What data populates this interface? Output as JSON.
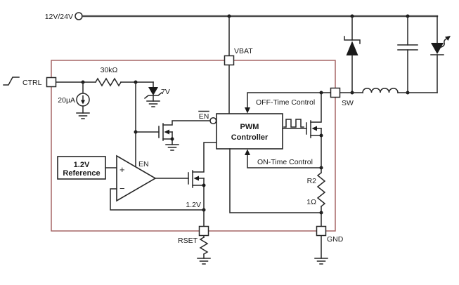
{
  "diagram": {
    "kind": "pwm-led-driver-schematic",
    "supply": {
      "label": "12V/24V"
    },
    "terminals": {
      "ctrl": "CTRL",
      "vbat": "VBAT",
      "sw": "SW",
      "rset": "RSET",
      "gnd": "GND"
    },
    "components": {
      "r1_value": "30kΩ",
      "current_source_value": "20µA",
      "zener_value": "7V",
      "reference_value": "1.2V",
      "reference_name": "Reference",
      "pwm_title": "PWM",
      "pwm_subtitle": "Controller",
      "r2_name": "R2",
      "r2_value": "1Ω"
    },
    "signals": {
      "off_time": "OFF-Time Control",
      "on_time": "ON-Time Control",
      "enable": "EN",
      "enable_bar": "EN",
      "feedback_node": "1.2V"
    },
    "comparator": {
      "plus": "+",
      "minus": "−"
    },
    "colors": {
      "boundary": "#A05A5A",
      "wire": "#262626",
      "rail": "#4A4A4A",
      "background": "#FFFFFF"
    }
  }
}
